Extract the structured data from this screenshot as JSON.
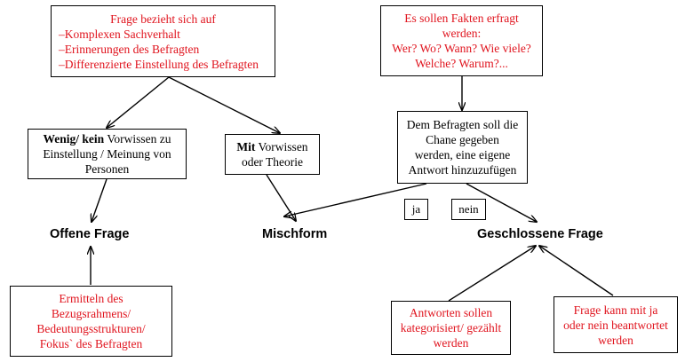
{
  "box_top_left": {
    "lines": [
      "Frage bezieht sich auf",
      "–Komplexen Sachverhalt",
      "–Erinnerungen des Befragten",
      "–Differenzierte Einstellung des Befragten"
    ]
  },
  "box_top_right": {
    "lines": [
      "Es sollen Fakten erfragt",
      "werden:",
      "Wer? Wo? Wann? Wie viele?",
      "Welche? Warum?..."
    ]
  },
  "box_middle_right": {
    "lines": [
      "Dem Befragten soll die",
      "Chane gegeben",
      "werden, eine eigene",
      "Antwort hinzuzufügen"
    ]
  },
  "box_wenig": {
    "bold": "Wenig/ kein",
    "rest": " Vorwissen zu",
    "lines": [
      "Einstellung / Meinung von",
      "Personen"
    ]
  },
  "box_mit": {
    "bold": "Mit",
    "rest": " Vorwissen",
    "line2": "oder Theorie"
  },
  "labels": {
    "offene": "Offene Frage",
    "misch": "Mischform",
    "geschlossene": "Geschlossene Frage"
  },
  "options": {
    "ja": "ja",
    "nein": "nein"
  },
  "box_bottom_left": {
    "lines": [
      "Ermitteln des",
      "Bezugsrahmens/",
      "Bedeutungsstrukturen/",
      "Fokus` des Befragten"
    ]
  },
  "box_bottom_mid": {
    "lines": [
      "Antworten sollen",
      "kategorisiert/ gezählt",
      "werden"
    ]
  },
  "box_bottom_right": {
    "lines": [
      "Frage kann mit ja",
      "oder nein beantwortet",
      "werden"
    ]
  },
  "colors": {
    "accent_text": "#e0141e",
    "line": "#000000"
  }
}
